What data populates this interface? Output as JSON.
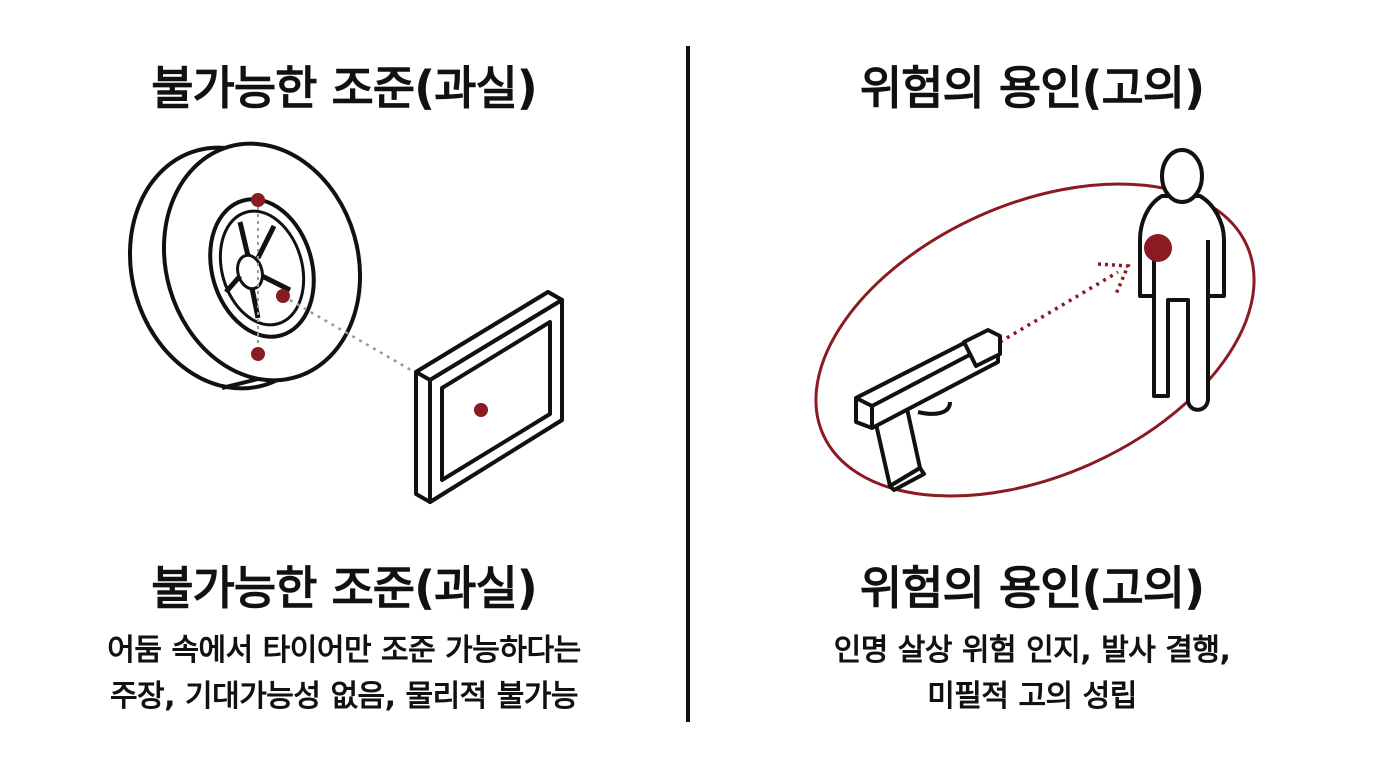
{
  "colors": {
    "accent": "#8b1a22",
    "ink": "#111111",
    "background": "#ffffff"
  },
  "left": {
    "title": "불가능한 조준(과실)",
    "subtitle": "불가능한 조준(과실)",
    "description_lines": [
      "어둠 속에서 타이어만 조준 가능하다는",
      "주장, 기대가능성 없음, 물리적 불가능"
    ],
    "icons": [
      "tire-icon",
      "target-frame-icon"
    ]
  },
  "right": {
    "title": "위험의 용인(고의)",
    "subtitle": "위험의 용인(고의)",
    "description_lines": [
      "인명 살상 위험 인지, 발사 결행,",
      "미필적 고의 성립"
    ],
    "icons": [
      "pistol-icon",
      "person-icon"
    ]
  }
}
